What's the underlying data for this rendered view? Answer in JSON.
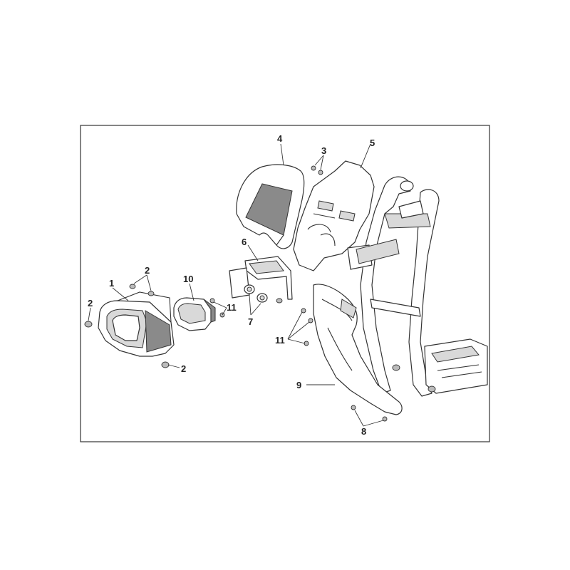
{
  "diagram": {
    "callouts": [
      {
        "id": "c1",
        "text": "1"
      },
      {
        "id": "c2a",
        "text": "2"
      },
      {
        "id": "c2b",
        "text": "2"
      },
      {
        "id": "c2c",
        "text": "2"
      },
      {
        "id": "c3",
        "text": "3"
      },
      {
        "id": "c4",
        "text": "4"
      },
      {
        "id": "c5",
        "text": "5"
      },
      {
        "id": "c6",
        "text": "6"
      },
      {
        "id": "c7",
        "text": "7"
      },
      {
        "id": "c8",
        "text": "8"
      },
      {
        "id": "c9",
        "text": "9"
      },
      {
        "id": "c10",
        "text": "10"
      },
      {
        "id": "c11a",
        "text": "11"
      },
      {
        "id": "c11b",
        "text": "11"
      }
    ],
    "colors": {
      "ink": "#333333",
      "shade": "#d9d9d9",
      "dark": "#8a8a8a",
      "background": "#ffffff"
    }
  }
}
